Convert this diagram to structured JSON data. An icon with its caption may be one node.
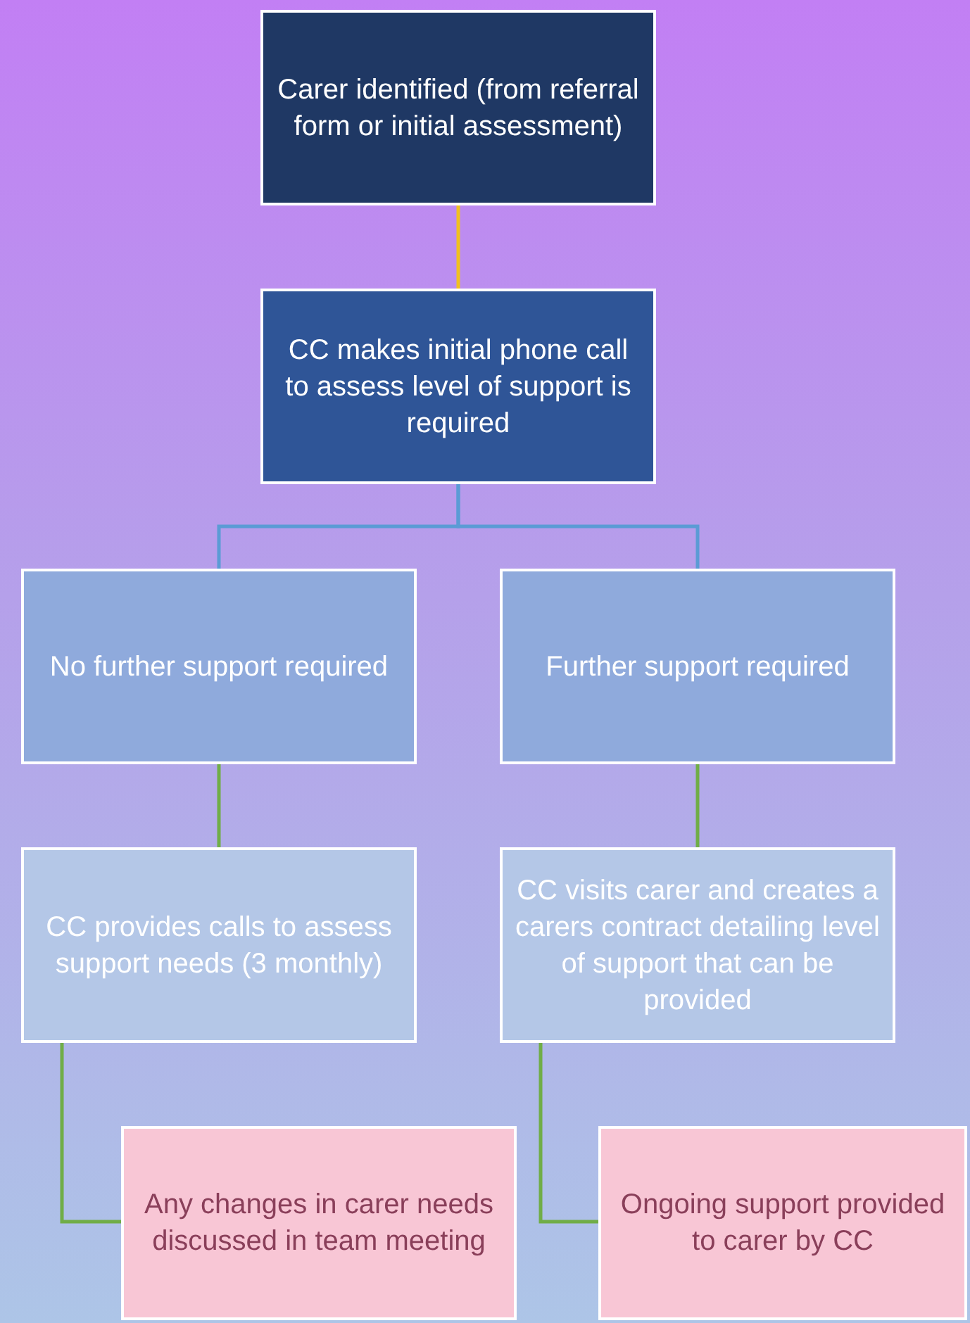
{
  "diagram": {
    "nodes": [
      {
        "text": [
          "Carer identified (from referral form or initial assessment)"
        ]
      },
      {
        "text": [
          "CC makes initial phone call to assess level of support is required"
        ]
      },
      {
        "text": [
          "No further support required"
        ]
      },
      {
        "text": [
          "Further support required"
        ]
      },
      {
        "text": [
          "CC provides calls to assess support needs (3 monthly)"
        ]
      },
      {
        "text": [
          "CC visits carer and creates a carers contract detailing level of support that can be provided"
        ]
      },
      {
        "text": [
          "Any changes in carer needs discussed in team meeting"
        ]
      },
      {
        "text": [
          "Ongoing support provided to carer by CC"
        ]
      }
    ],
    "edges": [
      {
        "from": 0,
        "to": 1,
        "arrow": "none",
        "color": "#f0c020"
      },
      {
        "from": 1,
        "to": 2,
        "arrow": "none",
        "color": "#5b9bd5"
      },
      {
        "from": 1,
        "to": 3,
        "arrow": "none",
        "color": "#5b9bd5"
      },
      {
        "from": 2,
        "to": 4,
        "arrow": "none"
      },
      {
        "from": 3,
        "to": 5,
        "arrow": "none"
      },
      {
        "from": 4,
        "to": 6,
        "arrow": "none"
      },
      {
        "from": 5,
        "to": 7,
        "arrow": "none"
      }
    ]
  }
}
